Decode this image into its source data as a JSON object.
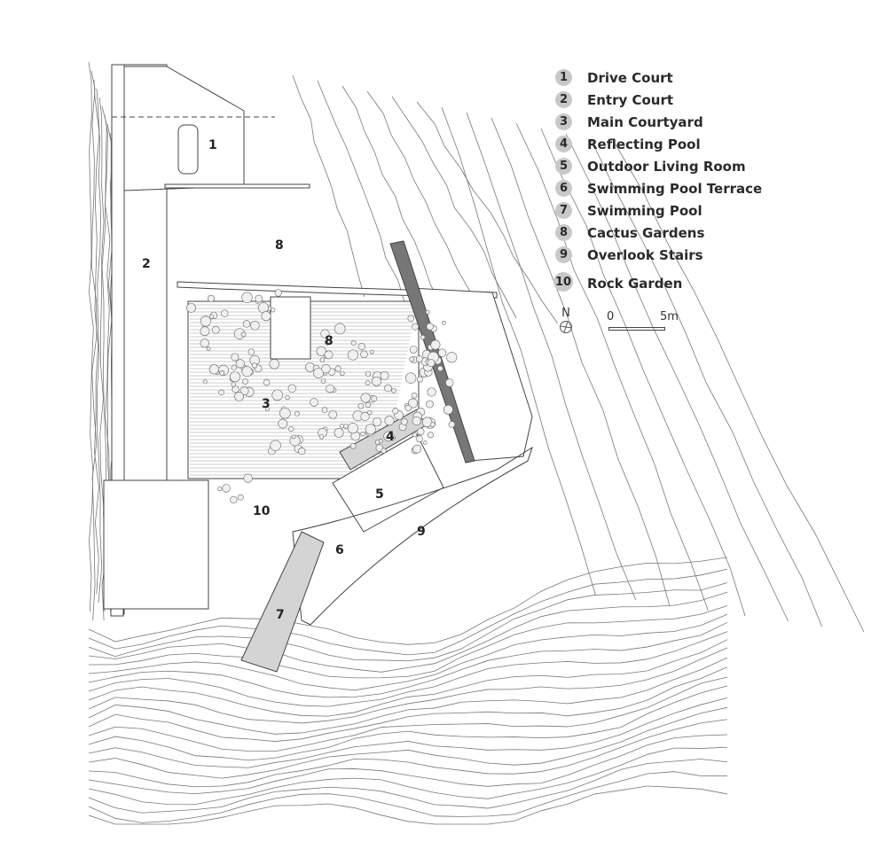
{
  "legend": {
    "items": [
      {
        "num": "1",
        "label": "Drive Court"
      },
      {
        "num": "2",
        "label": "Entry Court"
      },
      {
        "num": "3",
        "label": "Main Courtyard"
      },
      {
        "num": "4",
        "label": "Reflecting Pool"
      },
      {
        "num": "5",
        "label": "Outdoor Living Room"
      },
      {
        "num": "6",
        "label": "Swimming Pool Terrace"
      },
      {
        "num": "7",
        "label": "Swimming Pool"
      },
      {
        "num": "8",
        "label": "Cactus Gardens"
      },
      {
        "num": "9",
        "label": "Overlook Stairs"
      },
      {
        "num": "10",
        "label": "Rock Garden"
      }
    ]
  },
  "north": {
    "label": "N"
  },
  "scale": {
    "start": "0",
    "end": "5m"
  },
  "plan_tags": {
    "t1": "1",
    "t2": "2",
    "t3": "3",
    "t4": "4",
    "t5": "5",
    "t6": "6",
    "t7": "7",
    "t8a": "8",
    "t8b": "8",
    "t9": "9",
    "t10": "10"
  },
  "colors": {
    "pool": "#d4d4d4",
    "line": "#555555",
    "label_circle": "#c8c8c8"
  }
}
